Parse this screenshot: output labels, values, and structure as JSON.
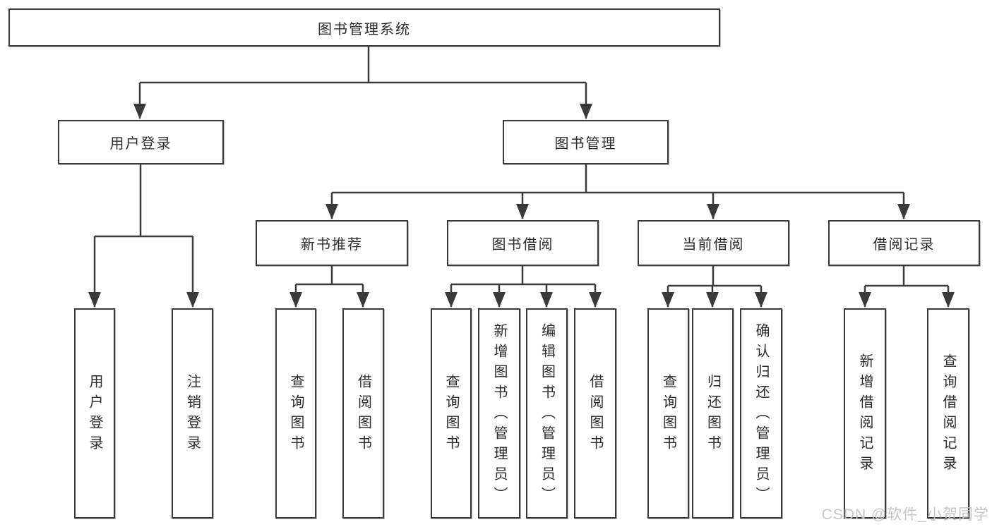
{
  "title": "图书管理系统",
  "watermark": {
    "text": "CSDN @软件_小贺同学"
  },
  "colors": {
    "line": "#3a3a3a",
    "box_border": "#3a3a3a",
    "text": "#2b2b2b",
    "watermark": "#c6c6c6",
    "background": "#ffffff"
  },
  "tree": {
    "label": "图书管理系统",
    "children": [
      {
        "label": "用户登录",
        "children": [
          {
            "label": "用户登录"
          },
          {
            "label": "注销登录"
          }
        ]
      },
      {
        "label": "图书管理",
        "children": [
          {
            "label": "新书推荐",
            "children": [
              {
                "label": "查询图书"
              },
              {
                "label": "借阅图书"
              }
            ]
          },
          {
            "label": "图书借阅",
            "children": [
              {
                "label": "查询图书"
              },
              {
                "label": "新增图书（管理员）"
              },
              {
                "label": "编辑图书（管理员）"
              },
              {
                "label": "借阅图书"
              }
            ]
          },
          {
            "label": "当前借阅",
            "children": [
              {
                "label": "查询图书"
              },
              {
                "label": "归还图书"
              },
              {
                "label": "确认归还（管理员）"
              }
            ]
          },
          {
            "label": "借阅记录",
            "children": [
              {
                "label": "新增借阅记录"
              },
              {
                "label": "查询借阅记录"
              }
            ]
          }
        ]
      }
    ]
  }
}
